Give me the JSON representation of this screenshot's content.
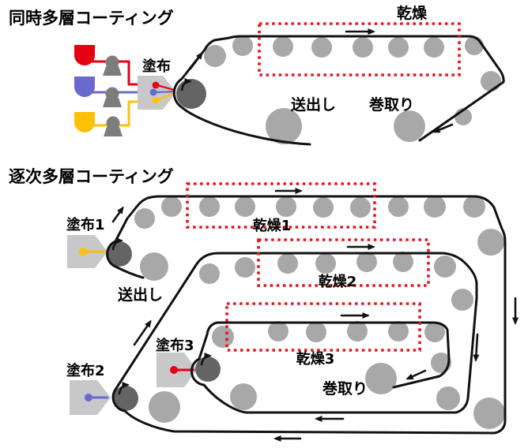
{
  "colors": {
    "background": "#ffffff",
    "web_line": "#111111",
    "roller_light": "#a8a8a8",
    "roller_dark": "#646464",
    "die_body": "#c8c8ca",
    "pump_gray": "#7d7d7d",
    "dryer_box_red": "#e8131d",
    "ink_red": "#e60014",
    "ink_blue": "#6a6acd",
    "ink_yellow": "#ffc008",
    "label_text": "#000000"
  },
  "top_diagram": {
    "title": "同時多層コーティング",
    "coating_label": "塗布",
    "dryer_label": "乾燥",
    "unwind_label": "送出し",
    "rewind_label": "巻取り"
  },
  "bottom_diagram": {
    "title": "逐次多層コーティング",
    "coating1_label": "塗布1",
    "coating2_label": "塗布2",
    "coating3_label": "塗布3",
    "dryer1_label": "乾燥1",
    "dryer2_label": "乾燥2",
    "dryer3_label": "乾燥3",
    "unwind_label": "送出し",
    "rewind_label": "巻取り"
  }
}
